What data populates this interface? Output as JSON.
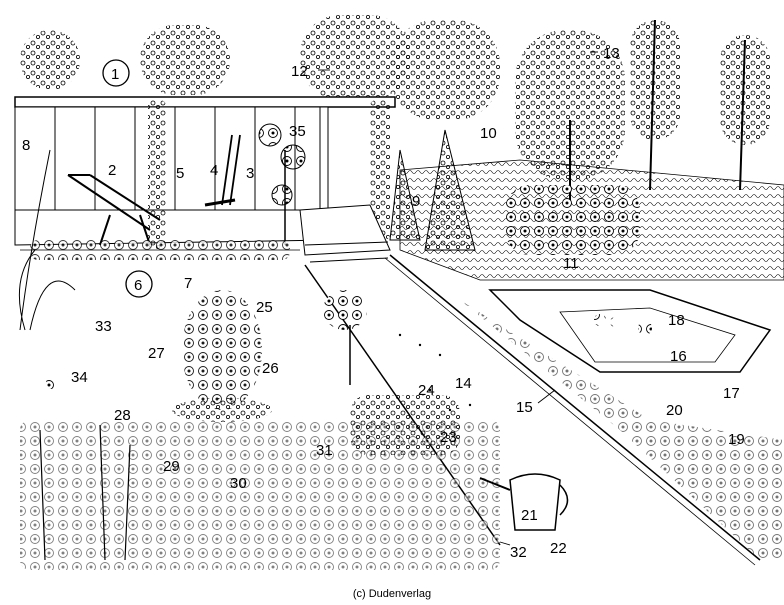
{
  "labels": [
    "1",
    "2",
    "3",
    "4",
    "5",
    "6",
    "7",
    "8",
    "9",
    "10",
    "11",
    "12",
    "13",
    "14",
    "15",
    "16",
    "17",
    "18",
    "19",
    "20",
    "21",
    "22",
    "23",
    "24",
    "25",
    "26",
    "27",
    "28",
    "29",
    "30",
    "31",
    "32",
    "33",
    "34",
    "35"
  ],
  "circled": [
    "1",
    "6"
  ],
  "credit": "(c) Dudenverlag"
}
